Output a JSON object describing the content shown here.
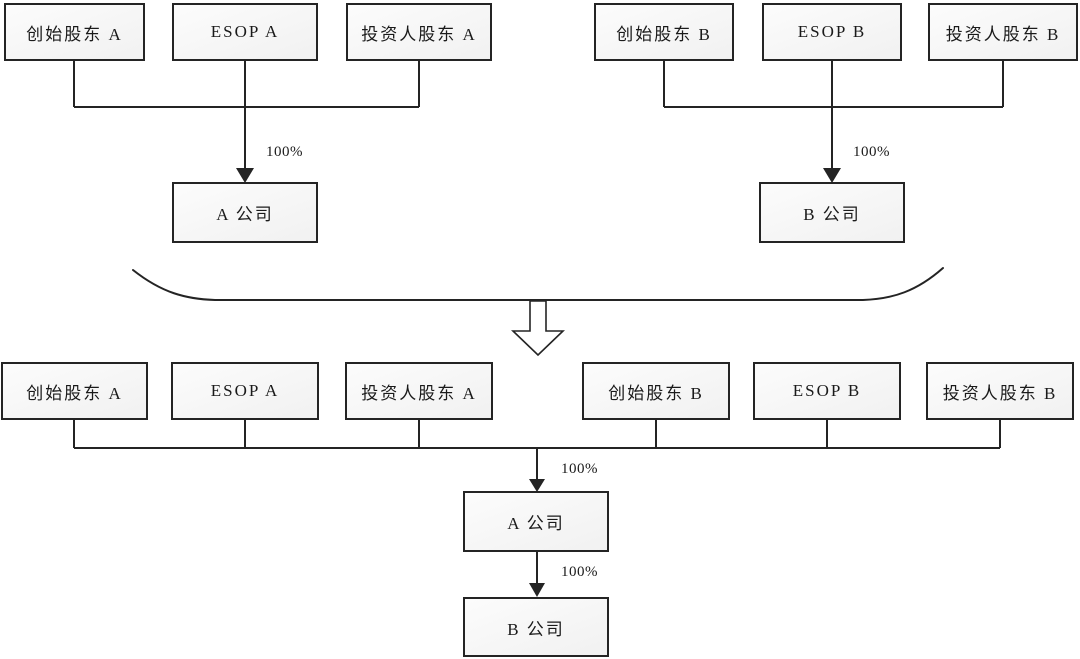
{
  "before": {
    "group_a": {
      "shareholders": [
        "创始股东 A",
        "ESOP A",
        "投资人股东 A"
      ],
      "company": "A 公司",
      "ownership": "100%"
    },
    "group_b": {
      "shareholders": [
        "创始股东 B",
        "ESOP B",
        "投资人股东 B"
      ],
      "company": "B 公司",
      "ownership": "100%"
    }
  },
  "after": {
    "shareholders": [
      "创始股东 A",
      "ESOP A",
      "投资人股东 A",
      "创始股东 B",
      "ESOP B",
      "投资人股东 B"
    ],
    "parent_company": "A 公司",
    "parent_ownership": "100%",
    "subsidiary_company": "B 公司",
    "subsidiary_ownership": "100%"
  },
  "colors": {
    "line": "#242424",
    "box_border": "#242424",
    "box_fill_light": "#fcfcfc",
    "box_fill_dark": "#f1f1f1",
    "background": "#ffffff",
    "text": "#1a1a1a"
  }
}
